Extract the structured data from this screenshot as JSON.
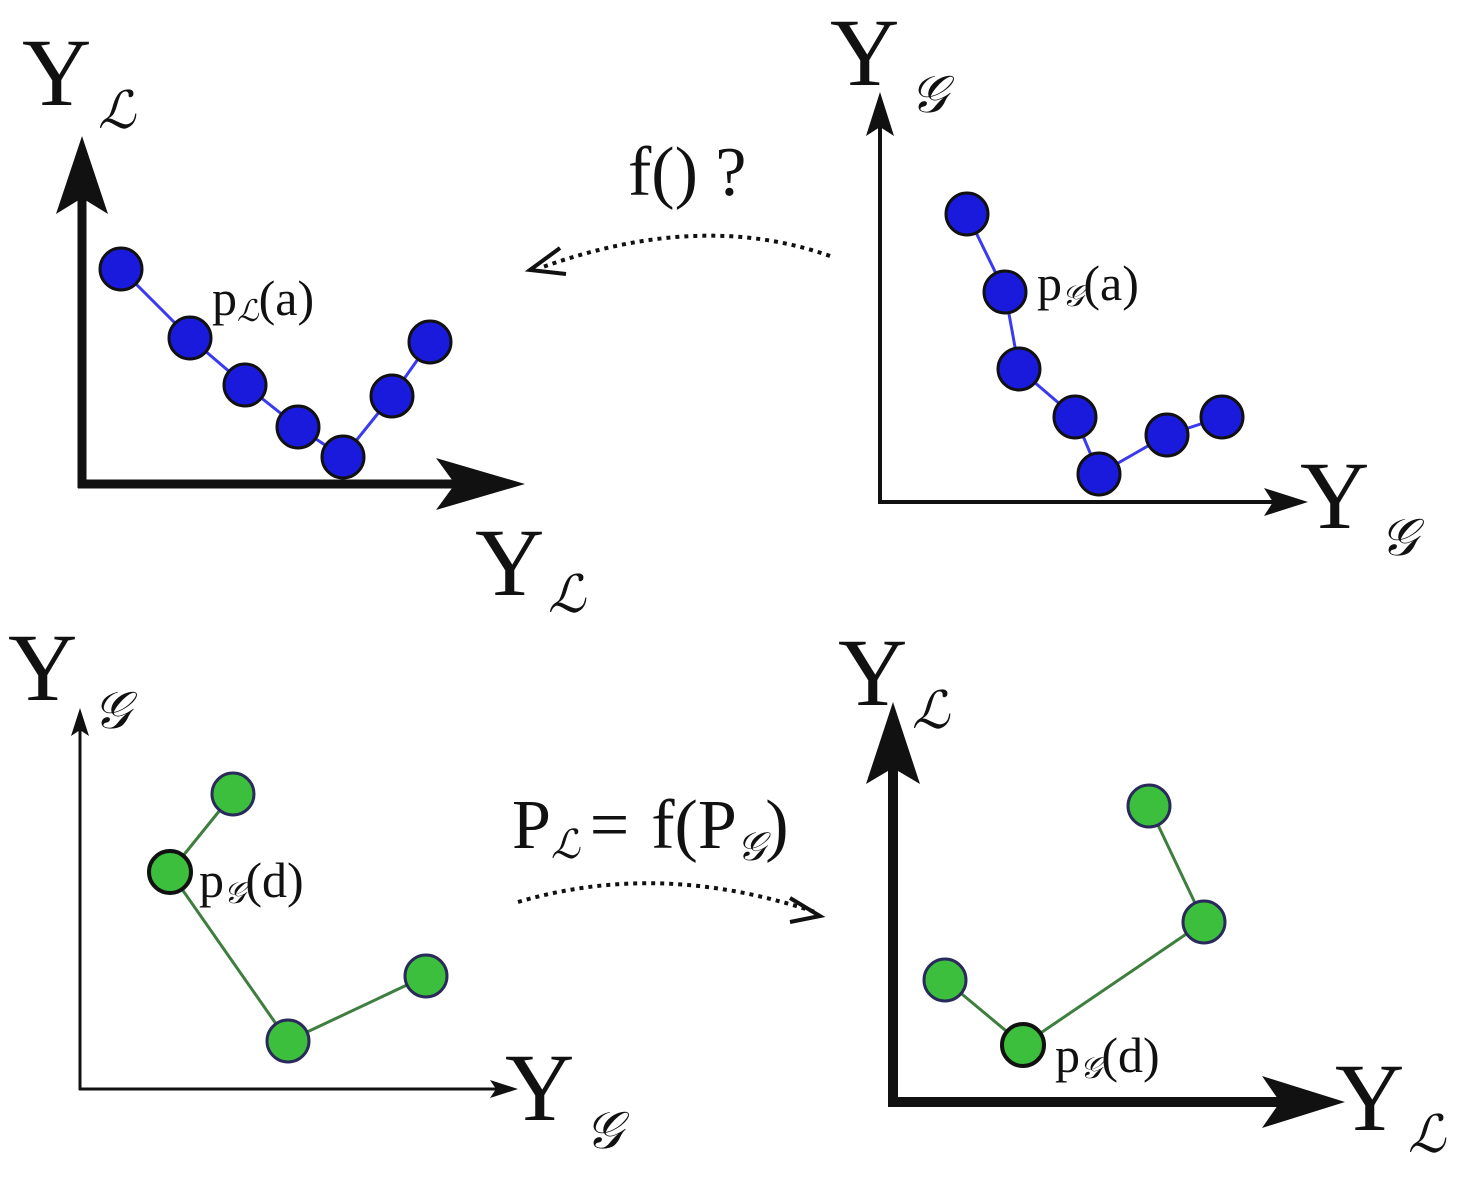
{
  "colors": {
    "blue": "#1a1adc",
    "blue_line": "#3a3af0",
    "green": "#3cbf3c",
    "green_line": "#3e7e3e",
    "ink": "#111111"
  },
  "panels": {
    "top_left": {
      "axis_main": "Y",
      "axis_sub": "ℒ",
      "point_main": "p",
      "point_sub": "ℒ",
      "point_arg": "(a)"
    },
    "top_right": {
      "axis_main": "Y",
      "axis_sub": "𝒢",
      "point_main": "p",
      "point_sub": "𝒢",
      "point_arg": "(a)"
    },
    "bottom_left": {
      "axis_main": "Y",
      "axis_sub": "𝒢",
      "point_main": "p",
      "point_sub": "𝒢",
      "point_arg": "(d)"
    },
    "bottom_right": {
      "axis_main": "Y",
      "axis_sub": "ℒ",
      "point_main": "p",
      "point_sub": "𝒢",
      "point_arg": "(d)"
    }
  },
  "arrows": {
    "top": {
      "label": "f() ?"
    },
    "bottom": {
      "lhs_main": "P",
      "lhs_sub": "ℒ",
      "eq": "=",
      "rhs_open": "f(P",
      "rhs_sub": "𝒢",
      "rhs_close": ")"
    }
  }
}
